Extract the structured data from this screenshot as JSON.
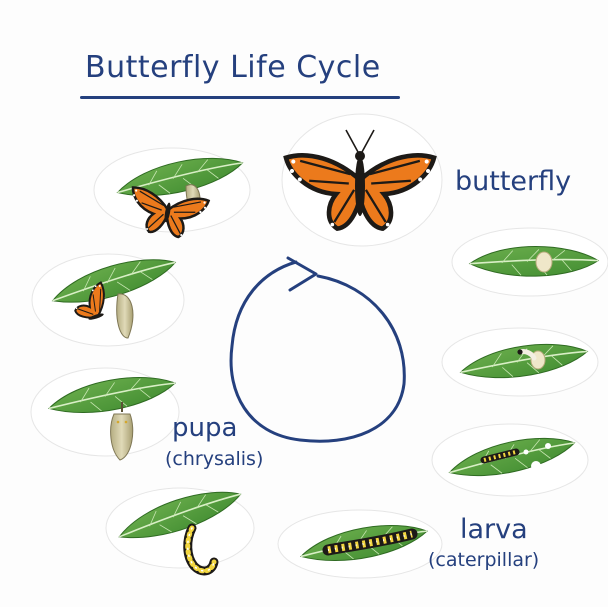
{
  "title": "Butterfly Life Cycle",
  "labels": {
    "butterfly": "butterfly",
    "pupa": "pupa",
    "chrysalis": "(chrysalis)",
    "larva": "larva",
    "caterpillar": "(caterpillar)"
  },
  "colors": {
    "ink": "#25407e",
    "leaf": "#4f9a3c",
    "leaf_vein": "#d9efc6",
    "wing_orange": "#ec7a1c",
    "wing_black": "#1d1a17",
    "chrysalis": "#c8c29a"
  }
}
